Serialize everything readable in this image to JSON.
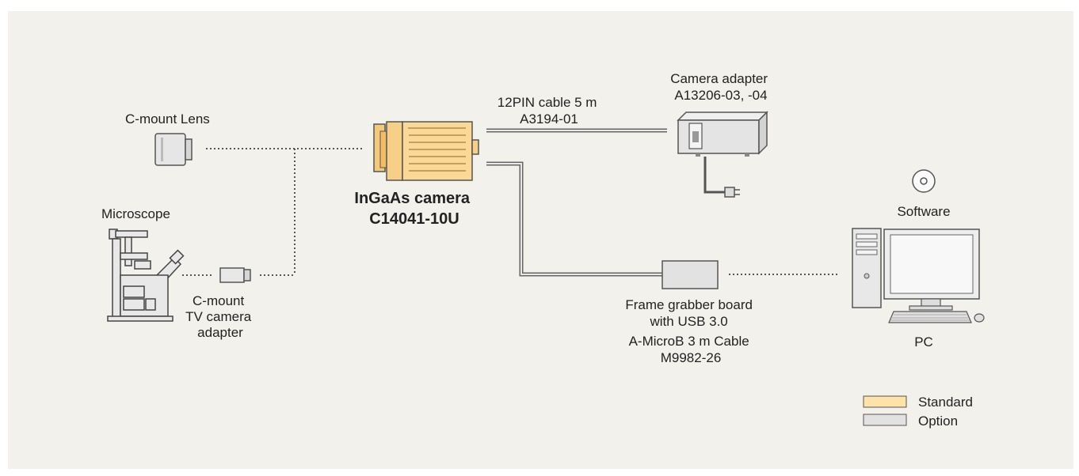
{
  "diagram": {
    "lens_label": "C-mount Lens",
    "microscope_label": "Microscope",
    "tv_adapter_label": [
      "C-mount",
      "TV camera",
      "adapter"
    ],
    "camera_label": [
      "InGaAs camera",
      "C14041-10U"
    ],
    "cable_label": [
      "12PIN cable 5 m",
      "A3194-01"
    ],
    "camera_adapter_label": [
      "Camera adapter",
      "A13206-03, -04"
    ],
    "frame_grabber_label": [
      "Frame grabber board",
      "with USB 3.0",
      "A-MicroB 3 m Cable",
      "M9982-26"
    ],
    "software_label": "Software",
    "pc_label": "PC"
  },
  "legend": {
    "items": [
      {
        "label": "Standard",
        "color": "#fde3a7"
      },
      {
        "label": "Option",
        "color": "#e2e2e2"
      }
    ]
  },
  "colors": {
    "background": "#f2f1ec",
    "standard": "#fde3a7",
    "option": "#e2e2e2",
    "line": "#555555"
  }
}
